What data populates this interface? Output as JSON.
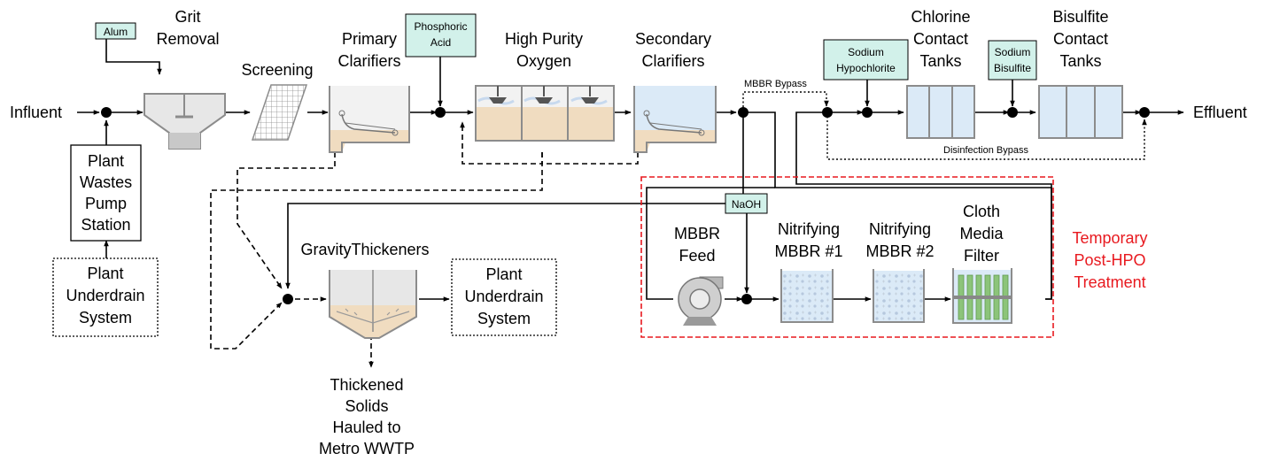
{
  "labels": {
    "influent": "Influent",
    "effluent": "Effluent",
    "grit_removal": [
      "Grit",
      "Removal"
    ],
    "screening": "Screening",
    "primary_clarifiers": [
      "Primary",
      "Clarifiers"
    ],
    "high_purity_oxygen": [
      "High Purity",
      "Oxygen"
    ],
    "secondary_clarifiers": [
      "Secondary",
      "Clarifiers"
    ],
    "chlorine_contact_tanks": [
      "Chlorine",
      "Contact",
      "Tanks"
    ],
    "bisulfite_contact_tanks": [
      "Bisulfite",
      "Contact",
      "Tanks"
    ],
    "plant_wastes_pump_station": [
      "Plant",
      "Wastes",
      "Pump",
      "Station"
    ],
    "plant_underdrain_left": [
      "Plant",
      "Underdrain",
      "System"
    ],
    "plant_underdrain_right": [
      "Plant",
      "Underdrain",
      "System"
    ],
    "gravity_thickeners": "GravityThickeners",
    "thickened_solids": [
      "Thickened",
      "Solids",
      "Hauled to",
      "Metro WWTP"
    ],
    "mbbr_feed": [
      "MBBR",
      "Feed"
    ],
    "nitrifying_mbbr_1": [
      "Nitrifying",
      "MBBR #1"
    ],
    "nitrifying_mbbr_2": [
      "Nitrifying",
      "MBBR #2"
    ],
    "cloth_media_filter": [
      "Cloth",
      "Media",
      "Filter"
    ],
    "temporary_treatment": [
      "Temporary",
      "Post-HPO",
      "Treatment"
    ],
    "mbbr_bypass": "MBBR Bypass",
    "disinfection_bypass": "Disinfection Bypass"
  },
  "chemicals": {
    "alum": "Alum",
    "phosphoric_acid": [
      "Phosphoric",
      "Acid"
    ],
    "sodium_hypochlorite": [
      "Sodium",
      "Hypochlorite"
    ],
    "sodium_bisulfite": [
      "Sodium",
      "Bisulfite"
    ],
    "naoh": "NaOH"
  },
  "colors": {
    "chemical_box": "#d2f1ea",
    "temporary_boundary": "#e8191f",
    "sludge": "#f0dcc0",
    "water": "#dbeaf7",
    "tank_outline": "#8c8c8c",
    "filter_media": "#8cc47a"
  }
}
